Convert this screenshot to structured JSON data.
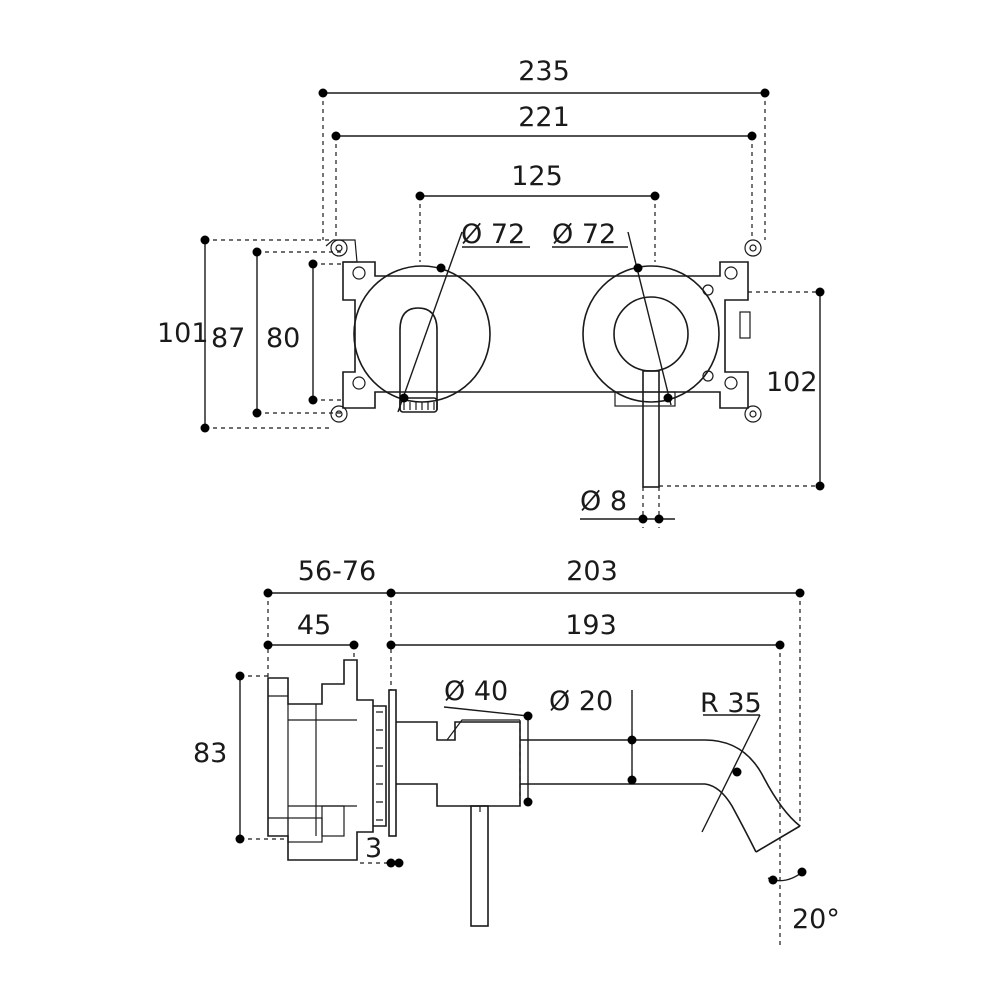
{
  "front_view": {
    "dims": {
      "w235": "235",
      "w221": "221",
      "w125": "125",
      "dia72_left": "Ø 72",
      "dia72_right": "Ø 72",
      "h101": "101",
      "h87": "87",
      "h80": "80",
      "h102": "102",
      "dia8": "Ø 8"
    }
  },
  "side_view": {
    "dims": {
      "d5676": "56-76",
      "d203": "203",
      "d45": "45",
      "d193": "193",
      "dia40": "Ø 40",
      "dia20": "Ø 20",
      "r35": "R 35",
      "h83": "83",
      "d3": "3",
      "a20": "20°"
    }
  },
  "colors": {
    "ink": "#1a1a1a",
    "dot": "#000000",
    "background": "#ffffff"
  }
}
